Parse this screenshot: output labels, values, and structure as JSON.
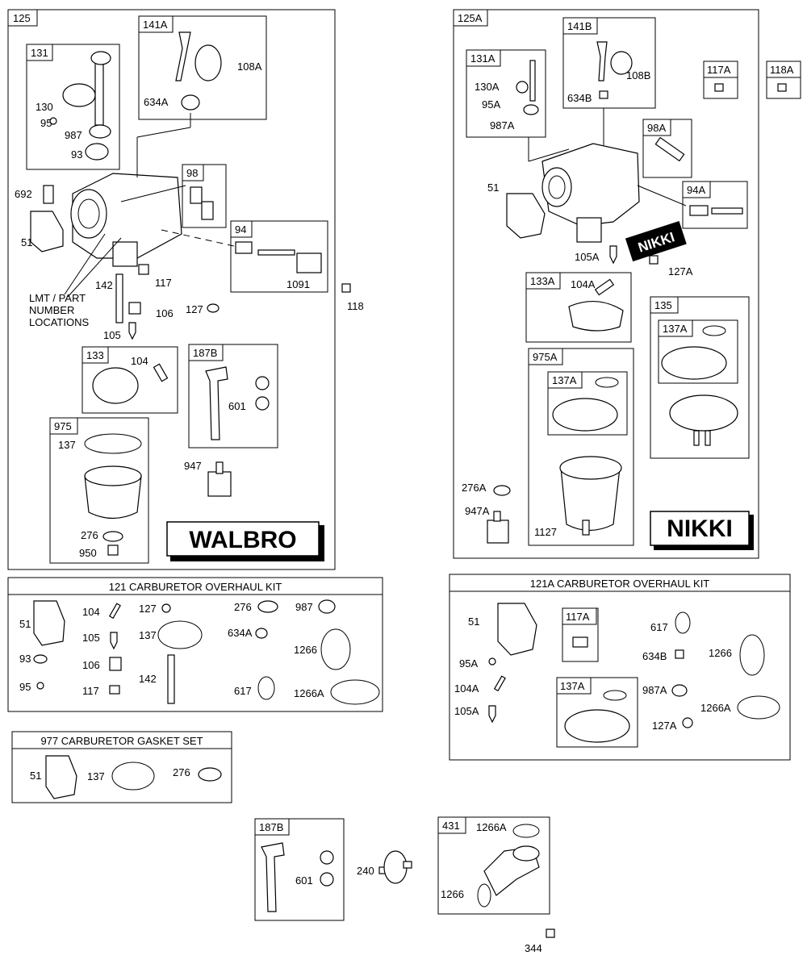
{
  "sections": {
    "s125": "125",
    "s125a": "125A"
  },
  "boxes": {
    "b131": "131",
    "b141a": "141A",
    "b98": "98",
    "b94": "94",
    "b133": "133",
    "b187b": "187B",
    "b975": "975",
    "b131a": "131A",
    "b141b": "141B",
    "b117a": "117A",
    "b118a": "118A",
    "b98a": "98A",
    "b94a": "94A",
    "b133a": "133A",
    "b135": "135",
    "b975a": "975A",
    "b137a_1": "137A",
    "b137a_2": "137A",
    "b117a_kit": "117A",
    "b137a_kit": "137A",
    "b187b_bottom": "187B",
    "b431": "431"
  },
  "brands": {
    "walbro": "WALBRO",
    "nikki_box": "NIKKI",
    "nikki_tag": "NIKKI"
  },
  "kits": {
    "k121": "121 CARBURETOR OVERHAUL KIT",
    "k121a": "121A CARBURETOR OVERHAUL KIT",
    "k977": "977 CARBURETOR GASKET SET"
  },
  "note": {
    "l1": "LMT / PART",
    "l2": "NUMBER",
    "l3": "LOCATIONS"
  },
  "labels": {
    "w108a": "108A",
    "w634a": "634A",
    "w130": "130",
    "w95": "95",
    "w987": "987",
    "w93": "93",
    "w692": "692",
    "w51": "51",
    "w142": "142",
    "w117": "117",
    "w1091": "1091",
    "w118": "118",
    "w106": "106",
    "w127": "127",
    "w105": "105",
    "w104": "104",
    "w601": "601",
    "w137": "137",
    "w947": "947",
    "w276": "276",
    "w950": "950",
    "n130a": "130A",
    "n95a": "95A",
    "n987a": "987A",
    "n634b": "634B",
    "n108b": "108B",
    "n51": "51",
    "n105a": "105A",
    "n127a": "127A",
    "n104a": "104A",
    "n276a": "276A",
    "n947a": "947A",
    "n1127": "1127",
    "k51": "51",
    "k104": "104",
    "k127": "127",
    "k276": "276",
    "k987": "987",
    "k105": "105",
    "k137": "137",
    "k634a": "634A",
    "k93": "93",
    "k106": "106",
    "k1266": "1266",
    "k95": "95",
    "k142": "142",
    "k117": "117",
    "k617": "617",
    "k1266a": "1266A",
    "a51": "51",
    "a617": "617",
    "a634b": "634B",
    "a1266": "1266",
    "a95a": "95A",
    "a104a": "104A",
    "a987a": "987A",
    "a1266a": "1266A",
    "a105a": "105A",
    "a127a": "127A",
    "g51": "51",
    "g137": "137",
    "g276": "276",
    "x601": "601",
    "x240": "240",
    "x1266a": "1266A",
    "x1266": "1266",
    "x344": "344"
  }
}
